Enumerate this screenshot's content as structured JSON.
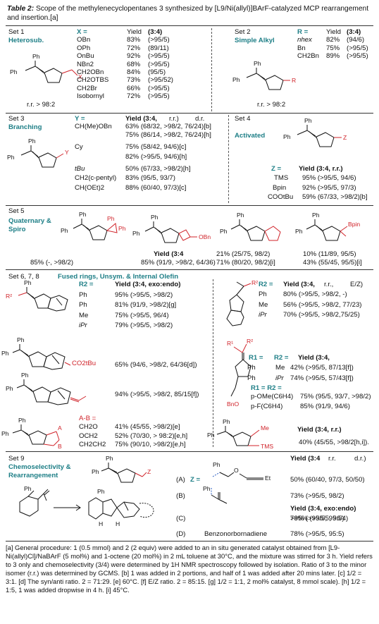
{
  "caption": {
    "label": "Table 2:",
    "text": "Scope of the methylenecyclopentanes 3 synthesized by [L9/Ni(allyl)]BArF-catalyzed MCP rearrangement and insertion.[a]"
  },
  "set1": {
    "title": "Set 1",
    "name": "Heterosub.",
    "rr": "r.r. > 98:2",
    "header": {
      "x": "X =",
      "yield": "Yield",
      "ratio": "(3:4)"
    },
    "rows": [
      {
        "x": "OBn",
        "y": "83%",
        "r": "(>95/5)"
      },
      {
        "x": "OPh",
        "y": "72%",
        "r": "(89/11)"
      },
      {
        "x": "OnBu",
        "y": "92%",
        "r": "(>95/5)"
      },
      {
        "x": "NBn2",
        "y": "68%",
        "r": "(>95/5)"
      },
      {
        "x": "CH2OBn",
        "y": "84%",
        "r": "(95/5)"
      },
      {
        "x": "CH2OTBS",
        "y": "73%",
        "r": "(>95/52)"
      },
      {
        "x": "CH2Br",
        "y": "66%",
        "r": "(>95/5)"
      },
      {
        "x": "Isobornyl",
        "y": "72%",
        "r": "(>95/5)"
      }
    ]
  },
  "set2": {
    "title": "Set 2",
    "name": "Simple Alkyl",
    "rr": "r.r. > 98:2",
    "header": {
      "x": "R =",
      "yield": "Yield",
      "ratio": "(3:4)"
    },
    "rows": [
      {
        "x": "nhex",
        "y": "82%",
        "r": "(94/6)"
      },
      {
        "x": "Bn",
        "y": "75%",
        "r": "(>95/5)"
      },
      {
        "x": "CH2Bn",
        "y": "89%",
        "r": "(>95/5)"
      }
    ]
  },
  "set3": {
    "title": "Set 3",
    "name": "Branching",
    "header": {
      "x": "Y =",
      "yield": "Yield (3:4,",
      "rr": "r.r.)",
      "dr": "d.r."
    },
    "rows": [
      {
        "x": "CH(Me)OBn",
        "v": "63% (68/32, >98/2, 76/24)[b]"
      },
      {
        "x": "",
        "v": "75% (86/14, >98/2, 76/24)[h]"
      },
      {
        "x": "Cy",
        "v": "75% (58/42, 94/6)[c]"
      },
      {
        "x": "",
        "v": "82% (>95/5, 94/6)[h]"
      },
      {
        "x": "tBu",
        "v": "50% (67/33, >98/2)[h]"
      },
      {
        "x": "CH2(c-pentyl)",
        "v": "83% (95/5, 93/7)"
      },
      {
        "x": "CH(OEt)2",
        "v": "88% (60/40, 97/3)[c]"
      }
    ]
  },
  "set4": {
    "title": "Set 4",
    "name": "Activated",
    "header": {
      "z": "Z =",
      "yield": "Yield (3:4, r.r.)"
    },
    "rows": [
      {
        "z": "TMS",
        "v": "95% (>95/5, 94/6)"
      },
      {
        "z": "Bpin",
        "v": "92% (>95/5, 97/3)"
      },
      {
        "z": "COOtBu",
        "v": "59% (67/33, >98/2)[b]"
      }
    ]
  },
  "set5": {
    "title": "Set 5",
    "name": "Quaternary & Spiro",
    "header": "Yield (3:4",
    "entries": [
      "85% (-, >98/2)",
      "85% (91/9, >98/2, 64/36)",
      "21% (25/75, 98/2)",
      "71% (80/20, 98/2)[i]",
      "10% (11/89, 95/5)",
      "43% (55/45, 95/5)[i]"
    ]
  },
  "set678": {
    "title": "Set 6, 7, 8",
    "name": "Fused rings, Unsym. & Internal Olefin",
    "left_header": {
      "r": "R2 =",
      "yield": "Yield (3:4, exo:endo)"
    },
    "left_rows": [
      {
        "r": "Ph",
        "v": "95% (>95/5, >98/2)"
      },
      {
        "r": "Ph",
        "v": "81% (91/9, >98/2)[g]"
      },
      {
        "r": "Me",
        "v": "75% (>95/5, 96/4)"
      },
      {
        "r": "iPr",
        "v": "79% (>95/5, >98/2)"
      }
    ],
    "ester_entry": "65% (94/6, >98/2, 64/36[d])",
    "ester_group": "CO2tBu",
    "ethylidene_entry": "94% (>95/5, >98/2, 85/15[f])",
    "right_header": {
      "r": "R2 =",
      "yield": "Yield (3:4,",
      "rr": "r.r.,",
      "ez": "E/Z)"
    },
    "right_rows": [
      {
        "r": "Ph",
        "v": "80% (>95/5, >98/2, -)"
      },
      {
        "r": "Me",
        "v": "56% (>95/5, >98/2, 77/23)"
      },
      {
        "r": "iPr",
        "v": "70% (>95/5, >98/2,75/25)"
      }
    ],
    "unsym_header": {
      "r1": "R1 =",
      "r2": "R2 =",
      "yield": "Yield (3:4,"
    },
    "unsym_rows": [
      {
        "r1": "Ph",
        "r2": "Me",
        "v": "42% (>95/5, 87/13[f])"
      },
      {
        "r1": "Ph",
        "r2": "iPr",
        "v": "74% (>95/5, 57/43[f])"
      }
    ],
    "aryl_header": "R1 = R2 =",
    "aryl_rows": [
      {
        "r": "p-OMe(C6H4)",
        "v": "75% (95/5, 93/7, >98/2)"
      },
      {
        "r": "p-F(C6H4)",
        "v": "85% (91/9, 94/6)"
      }
    ],
    "ab_header": "A-B =",
    "ab_rows": [
      {
        "ab": "CH2O",
        "v": "41% (45/55, >98/2)[e]"
      },
      {
        "ab": "OCH2",
        "v": "52% (70/30, > 98:2)[e,h]"
      },
      {
        "ab": "CH2CH2",
        "v": "75% (90/10, >98/2)[e,h]"
      }
    ],
    "me_tms_header": "Yield (3:4,    r.r.)",
    "me_tms_entry": "40% (45/55, >98/2[h,i])."
  },
  "set9": {
    "title": "Set 9",
    "name": "Chemoselectivity & Rearrangement",
    "header": {
      "yield": "Yield (3:4",
      "rr": "r.r.",
      "dr": "d.r.)"
    },
    "rows": [
      {
        "tag": "(A)",
        "v": "50% (60/40, 97/3, 50/50)"
      },
      {
        "tag": "(B)",
        "v": "73% (>95/5, 98/2)"
      },
      {
        "tag": "(C)",
        "v": ">95% (>95/5, 96/4)"
      },
      {
        "tag": "(D)",
        "v": "78% (>95/5, 95:5)"
      }
    ],
    "header2": "Yield (3:4, exo:endo)",
    "z_label": "Z =",
    "diene": "Benzonorbornadiene"
  },
  "footnote": "[a] General procedure: 1 (0.5 mmol) and 2 (2 equiv) were added to an in situ generated catalyst obtained from [L9-Ni(allyl)Cl]/NaBArF (5 mol%) and 1-octene (20 mol%) in 2 mL toluene at 30°C, and the mixture was stirred for 3 h. Yield refers to 3 only and chemoselectivity (3/4) were determined by 1H NMR spectroscopy followed by isolation. Ratio of 3 to the minor isomer (r.r.) was determined by GCMS. [b] 1 was added in 2 portions, and half of 1 was added after 20 mins later. [c] 1/2 = 3:1. [d] The syn/anti ratio. 2 = 71:29. [e] 60°C. [f] E/Z ratio. 2 = 85:15. [g] 1/2 = 1:1, 2 mol% catalyst, 8 mmol scale). [h] 1/2 = 1:5, 1 was added dropwise in 4 h. [i] 45°C."
}
